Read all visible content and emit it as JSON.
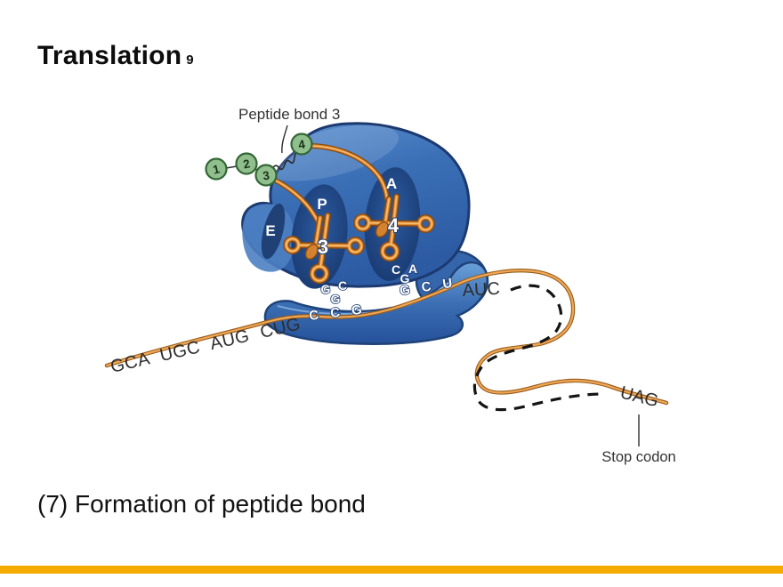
{
  "slide": {
    "title": "Translation",
    "title_number": "9",
    "caption": "(7) Formation of peptide bond"
  },
  "diagram": {
    "peptide_bond_label": "Peptide bond 3",
    "ribosome_sites": {
      "e": "E",
      "p": "P",
      "a": "A"
    },
    "amino_acids": [
      "1",
      "2",
      "3",
      "4"
    ],
    "trna_p": {
      "number": "3",
      "anticodon_letters": [
        "G",
        "C",
        "G"
      ]
    },
    "trna_a": {
      "number": "4",
      "anticodon_letters": [
        "C",
        "A",
        "G"
      ]
    },
    "mrna": {
      "upstream_label": "GCA UGC AUG CUG",
      "codon_p": "C C G",
      "codon_a": "G C U",
      "downstream_codon": "AUC",
      "stop_codon": "UAG",
      "stop_codon_label": "Stop codon"
    }
  },
  "colors": {
    "ribosome_blue": "#3a6cb0",
    "ribosome_dark": "#1e4076",
    "mrna_orange": "#e09140",
    "amino_acid_green": "#90bf8d",
    "footer_bar": "#f5ab00"
  }
}
